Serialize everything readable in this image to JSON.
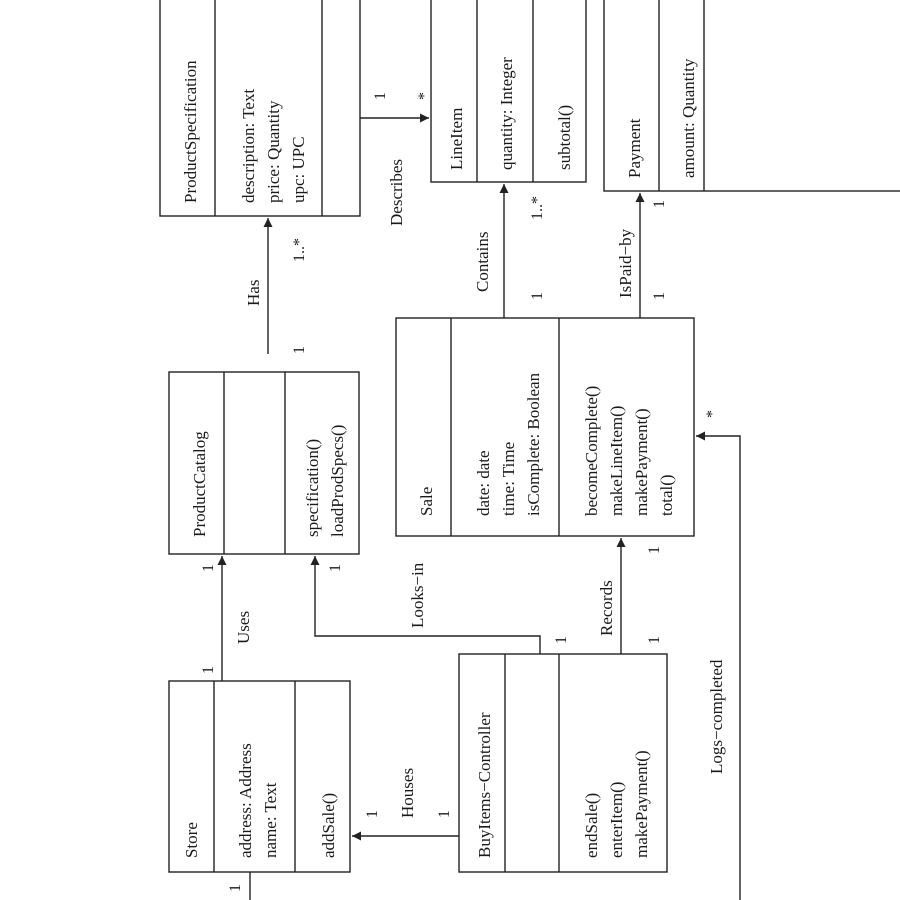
{
  "classes": {
    "product_specification": {
      "name": "ProductSpecification",
      "attributes": [
        "description: Text",
        "price: Quantity",
        "upc: UPC"
      ],
      "operations": []
    },
    "line_item": {
      "name": "LineItem",
      "attributes": [
        "quantity: Integer"
      ],
      "operations": [
        "subtotal()"
      ]
    },
    "payment": {
      "name": "Payment",
      "attributes": [
        "amount: Quantity"
      ],
      "operations": []
    },
    "product_catalog": {
      "name": "ProductCatalog",
      "attributes": [],
      "operations": [
        "specification()",
        "loadProdSpecs()"
      ]
    },
    "sale": {
      "name": "Sale",
      "attributes": [
        "date: date",
        "time: Time",
        "isComplete: Boolean"
      ],
      "operations": [
        "becomeComplete()",
        "makeLineItem()",
        "makePayment()",
        "total()"
      ]
    },
    "store": {
      "name": "Store",
      "attributes": [
        "address: Address",
        "name: Text"
      ],
      "operations": [
        "addSale()"
      ]
    },
    "buy_items_controller": {
      "name": "BuyItems−Controller",
      "attributes": [],
      "operations": [
        "endSale()",
        "enterItem()",
        "makePayment()"
      ]
    }
  },
  "associations": {
    "has": {
      "label": "Has",
      "mult_source": "1",
      "mult_target": "1..*"
    },
    "describes": {
      "label": "Describes",
      "mult_source": "1",
      "mult_target": "*"
    },
    "contains": {
      "label": "Contains",
      "mult_source": "1",
      "mult_target": "1..*"
    },
    "is_paid_by": {
      "label": "IsPaid−by",
      "mult_source": "1",
      "mult_target": "1"
    },
    "uses": {
      "label": "Uses",
      "mult_source": "1",
      "mult_target": "1"
    },
    "looks_in": {
      "label": "Looks−in",
      "mult_source": "1",
      "mult_target": "1"
    },
    "records": {
      "label": "Records",
      "mult_source": "1",
      "mult_target": "1"
    },
    "houses": {
      "label": "Houses",
      "mult_source": "1",
      "mult_target": "1"
    },
    "logs_completed": {
      "label": "Logs−completed",
      "mult_source": "1",
      "mult_target": "*"
    }
  }
}
